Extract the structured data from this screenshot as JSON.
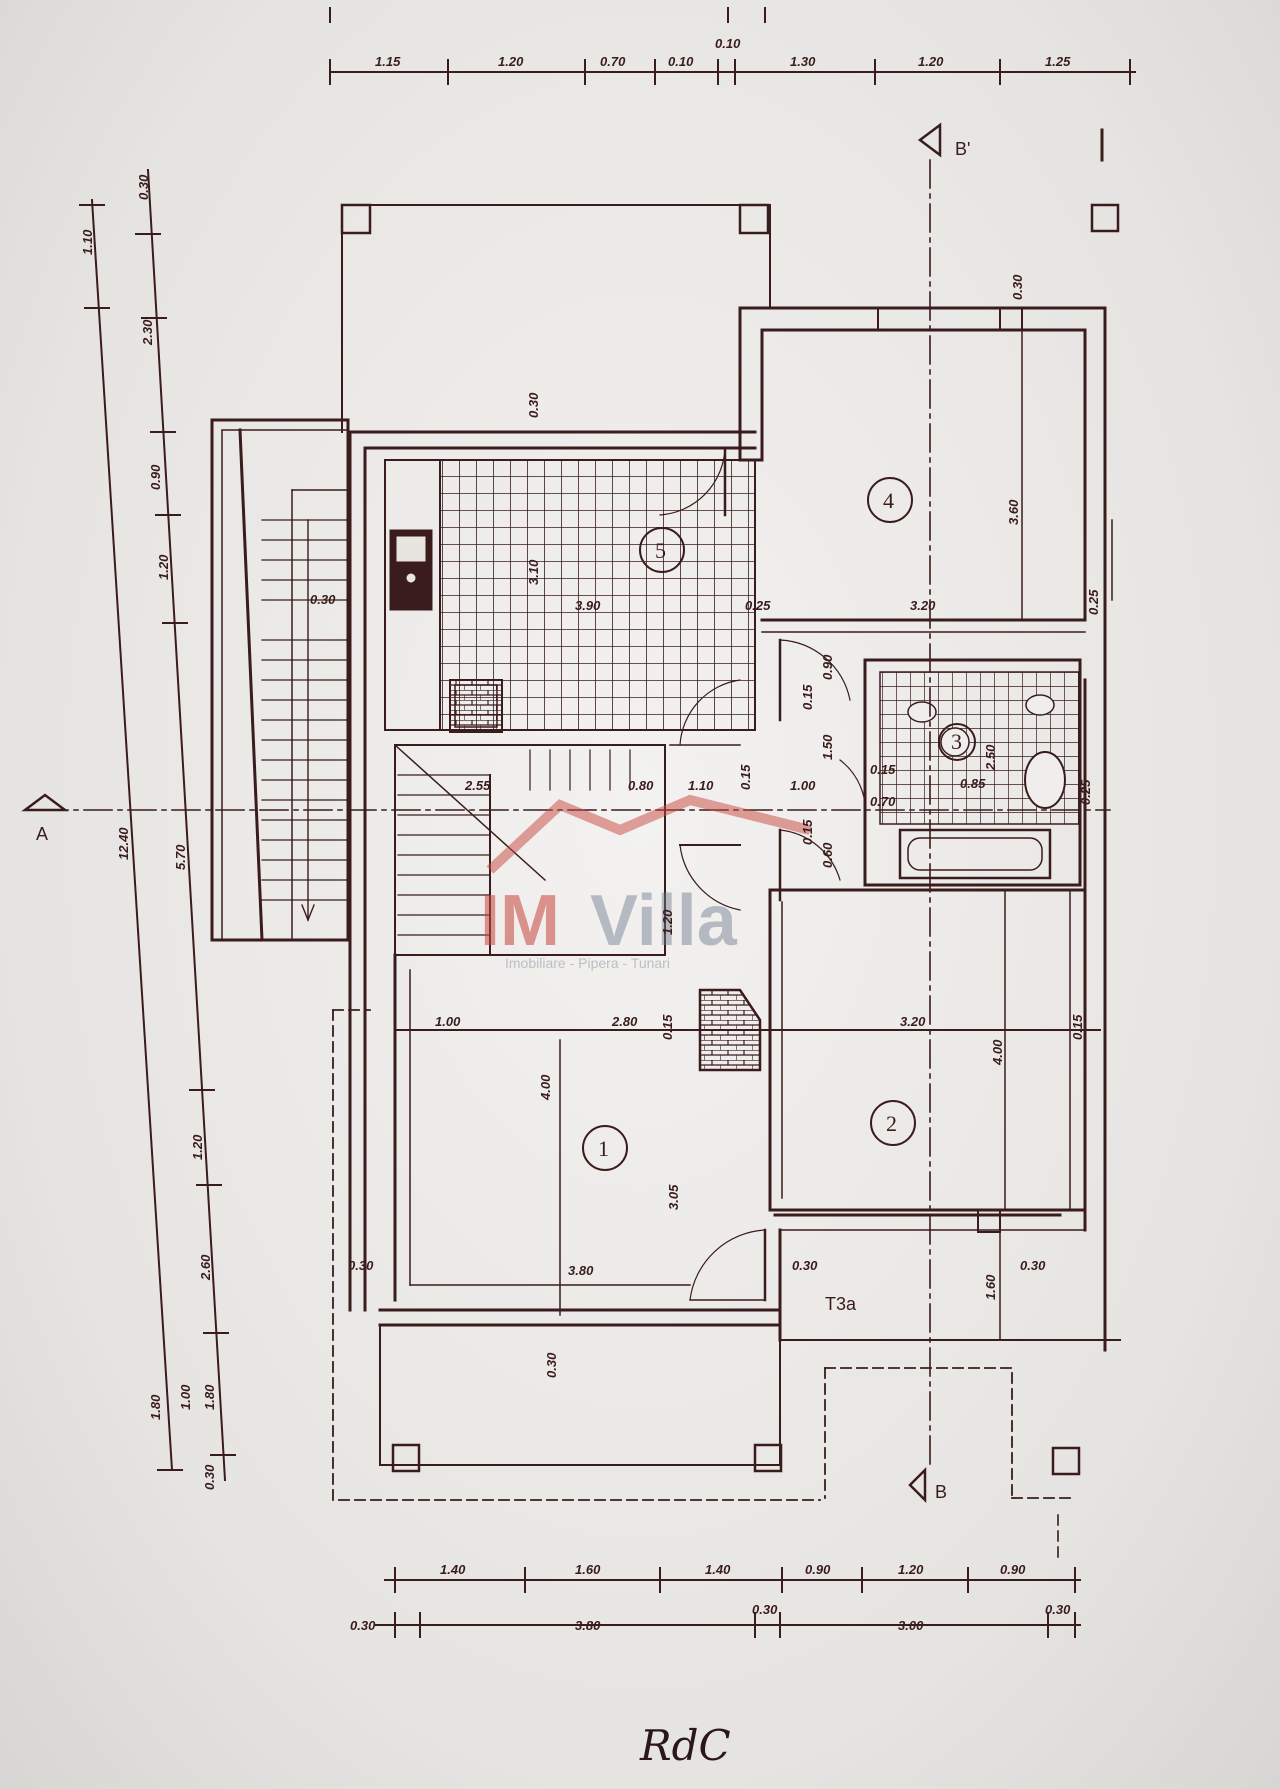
{
  "plan": {
    "caption": "RdC",
    "watermark": {
      "brand_a": "IM",
      "brand_b": "Villa",
      "tagline": "Imobiliare - Pipera - Tunari"
    },
    "colors": {
      "ink": "#3a1c1c",
      "paper": "#efeeec",
      "wm_red": "#c8453d",
      "wm_blue": "#6d7a8d"
    },
    "section_marks": {
      "a_left": "A",
      "b_top": "B'",
      "b_bottom": "B"
    },
    "rooms": {
      "r1": "1",
      "r2": "2",
      "r3": "3",
      "r4": "4",
      "r5": "5",
      "terrace": "T3a"
    },
    "dims_top": [
      "1.15",
      "1.20",
      "0.70",
      "0.10",
      "0.10",
      "1.30",
      "1.20",
      "1.25"
    ],
    "dims_bottom_1": [
      "1.40",
      "1.60",
      "1.40",
      "0.90",
      "1.20",
      "0.90"
    ],
    "dims_bottom_2": [
      "0.30",
      "3.80",
      "0.30",
      "3.00",
      "0.30"
    ],
    "dims_left_outer": [
      "1.10",
      "12.40",
      "1.80"
    ],
    "dims_left_inner": [
      "0.30",
      "2.30",
      "0.90",
      "1.20",
      "5.70",
      "1.20",
      "2.60",
      "1.80",
      "1.00",
      "0.30"
    ],
    "dims_inner": {
      "d_030_kitchen": "0.30",
      "d_kitchen_h": "3.10",
      "d_kitchen_w": "3.90",
      "d_030_stair": "0.30",
      "d_025_a": "0.25",
      "d_320_r4": "3.20",
      "d_360_r4": "3.60",
      "d_030_r4": "0.30",
      "d_025_b": "0.25",
      "d_255": "2.55",
      "d_080": "0.80",
      "d_110": "1.10",
      "d_015_a": "0.15",
      "d_100_a": "1.00",
      "d_015_b": "0.15",
      "d_090": "0.90",
      "d_150": "1.50",
      "d_015_c": "0.15",
      "d_015_d": "0.15",
      "d_070": "0.70",
      "d_060": "0.60",
      "d_250": "2.50",
      "d_085": "0.85",
      "d_025_c": "0.25",
      "d_120_hall": "1.20",
      "d_100_b": "1.00",
      "d_280": "2.80",
      "d_015_e": "0.15",
      "d_320_r2": "3.20",
      "d_400_r2": "4.00",
      "d_015_f": "0.15",
      "d_400_r1": "4.00",
      "d_305": "3.05",
      "d_030_r1l": "0.30",
      "d_380_r1": "3.80",
      "d_030_r1r": "0.30",
      "d_030_r1b": "0.30",
      "d_160": "1.60",
      "d_030_t3": "0.30"
    }
  }
}
